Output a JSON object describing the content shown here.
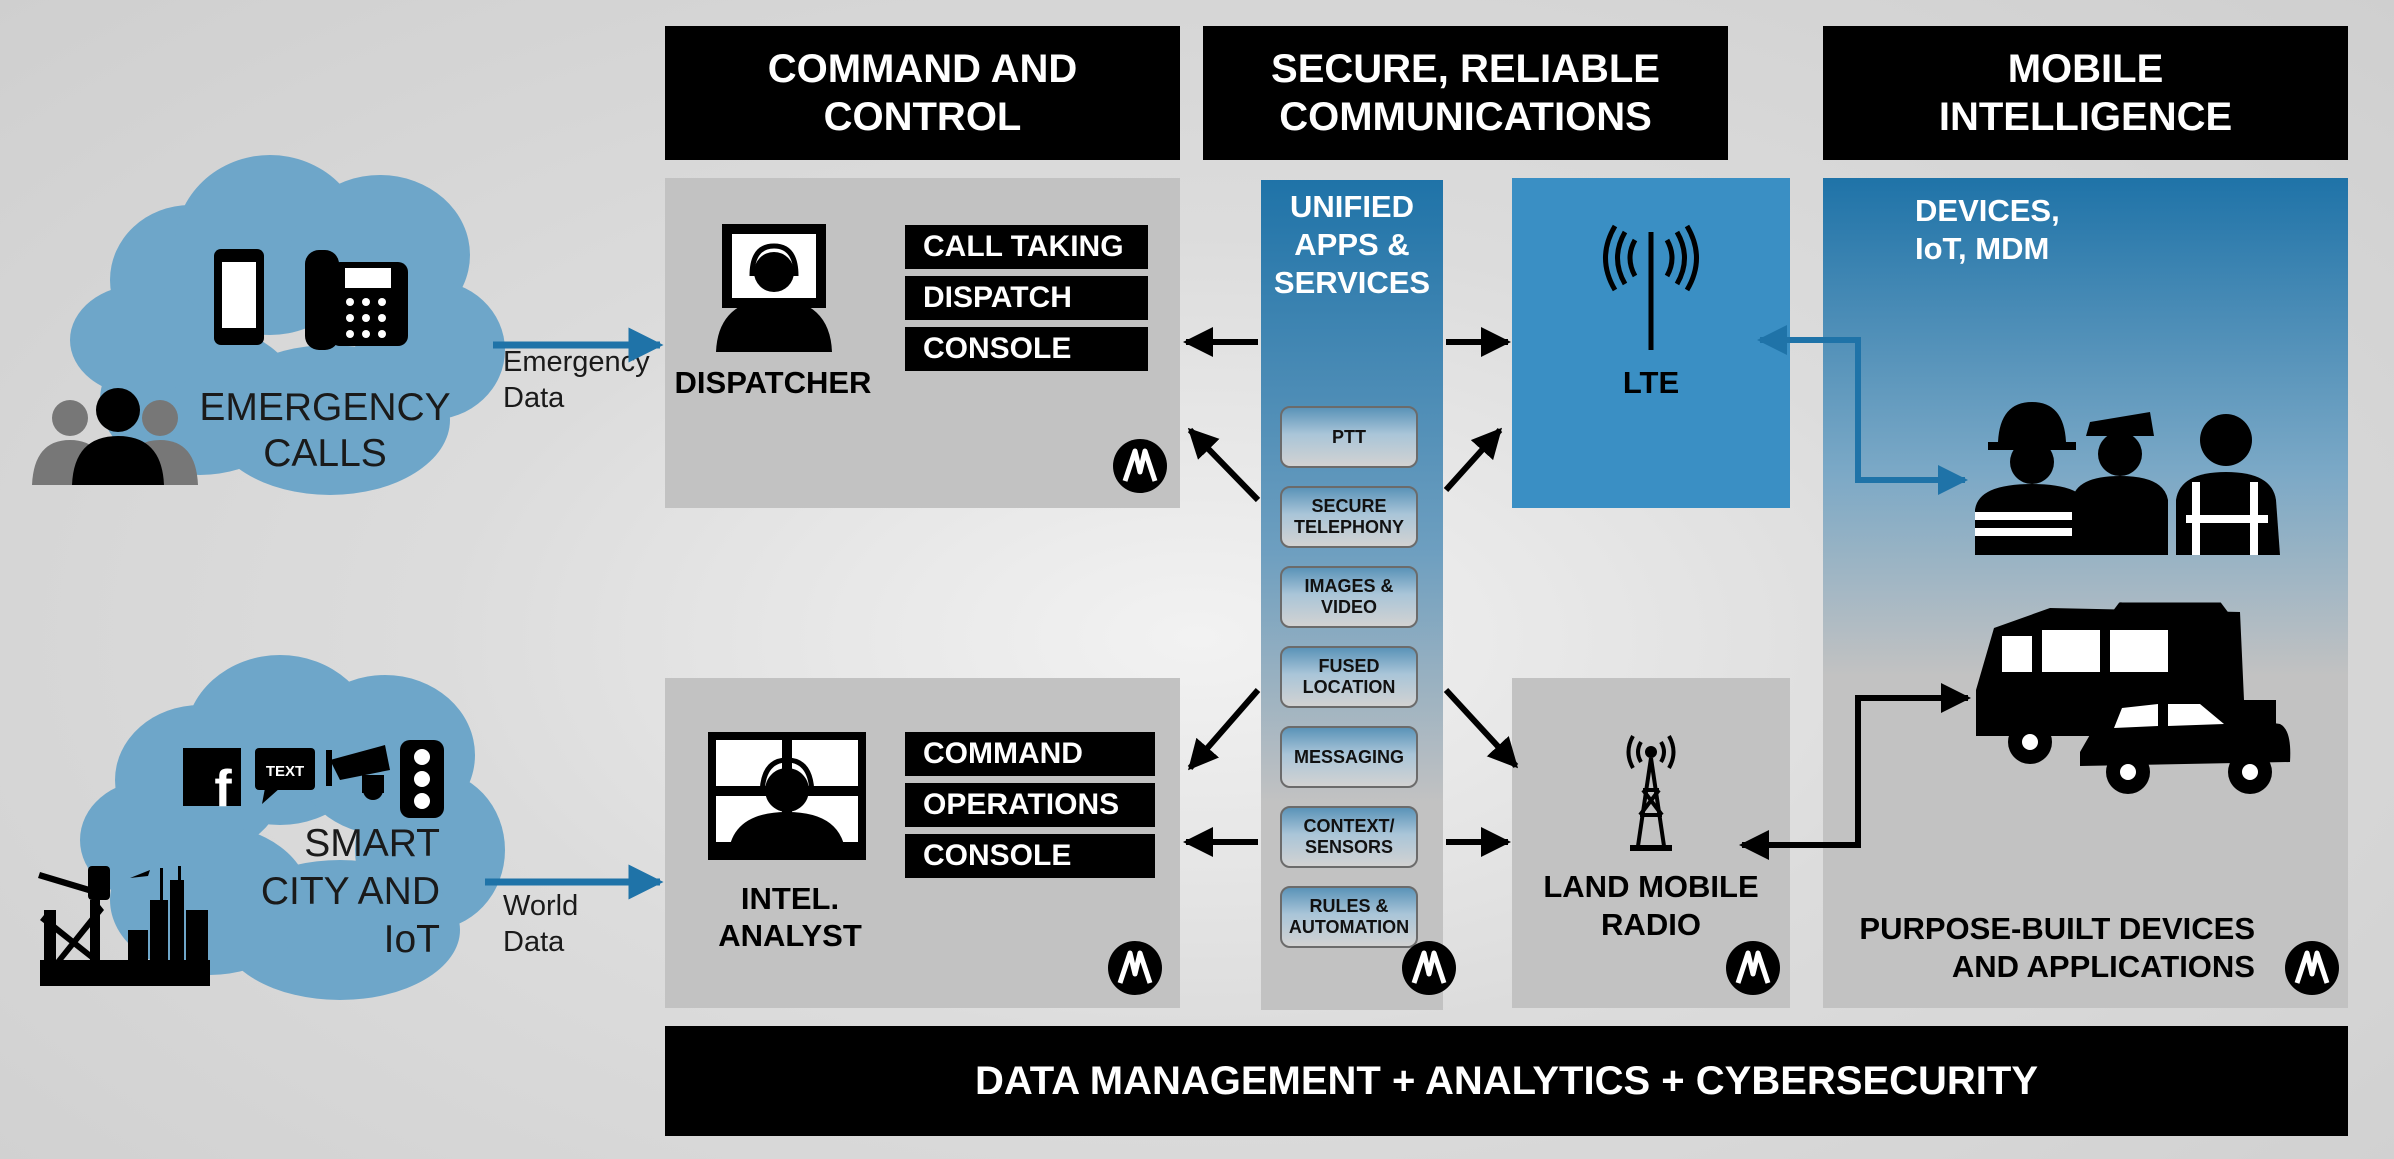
{
  "headers": {
    "command_control": "COMMAND AND CONTROL",
    "secure_comms": "SECURE, RELIABLE COMMUNICATIONS",
    "mobile_intel": "MOBILE INTELLIGENCE"
  },
  "sources": {
    "emergency_calls": "EMERGENCY CALLS",
    "emergency_data": "Emergency Data",
    "smart_city": "SMART CITY AND IoT",
    "world_data": "World Data",
    "text_icon_label": "TEXT"
  },
  "dispatcher": {
    "label": "DISPATCHER",
    "buttons": [
      "CALL TAKING",
      "DISPATCH",
      "CONSOLE"
    ]
  },
  "analyst": {
    "label": "INTEL. ANALYST",
    "buttons": [
      "COMMAND",
      "OPERATIONS",
      "CONSOLE"
    ]
  },
  "unified": {
    "title": "UNIFIED APPS & SERVICES",
    "services": [
      "PTT",
      "SECURE TELEPHONY",
      "IMAGES & VIDEO",
      "FUSED LOCATION",
      "MESSAGING",
      "CONTEXT/ SENSORS",
      "RULES & AUTOMATION"
    ]
  },
  "lte": {
    "label": "LTE"
  },
  "lmr": {
    "label": "LAND MOBILE RADIO"
  },
  "mobile": {
    "devices_label": "DEVICES, IoT, MDM",
    "purpose_built": "PURPOSE-BUILT DEVICES AND APPLICATIONS"
  },
  "footer": {
    "label": "DATA MANAGEMENT + ANALYTICS + CYBERSECURITY"
  },
  "colors": {
    "accent_blue": "#1f73a8",
    "cloud_blue": "#6ea6c9",
    "panel_gray": "#c2c2c2"
  }
}
